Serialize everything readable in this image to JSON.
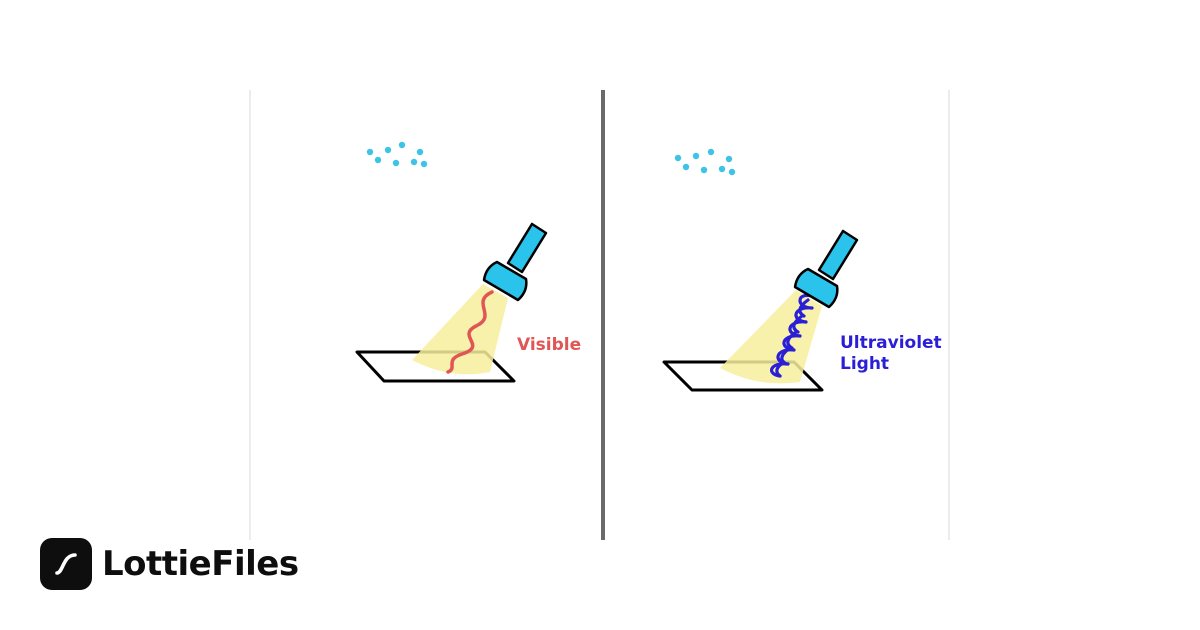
{
  "diagram": {
    "left_panel": {
      "label": "Visible"
    },
    "right_panel": {
      "label_line1": "Ultraviolet",
      "label_line2": "Light"
    }
  },
  "brand": {
    "name": "LottieFiles",
    "icon": "lottiefiles-logo-icon"
  },
  "colors": {
    "flashlight": "#29c3ec",
    "outline": "#000000",
    "beam": "#f7ef9c",
    "visible_wave": "#e05555",
    "uv_wave": "#2a1fd6",
    "particles": "#3cc3e6",
    "divider": "#6a6a6a",
    "panel_border": "#e6e6e6"
  }
}
